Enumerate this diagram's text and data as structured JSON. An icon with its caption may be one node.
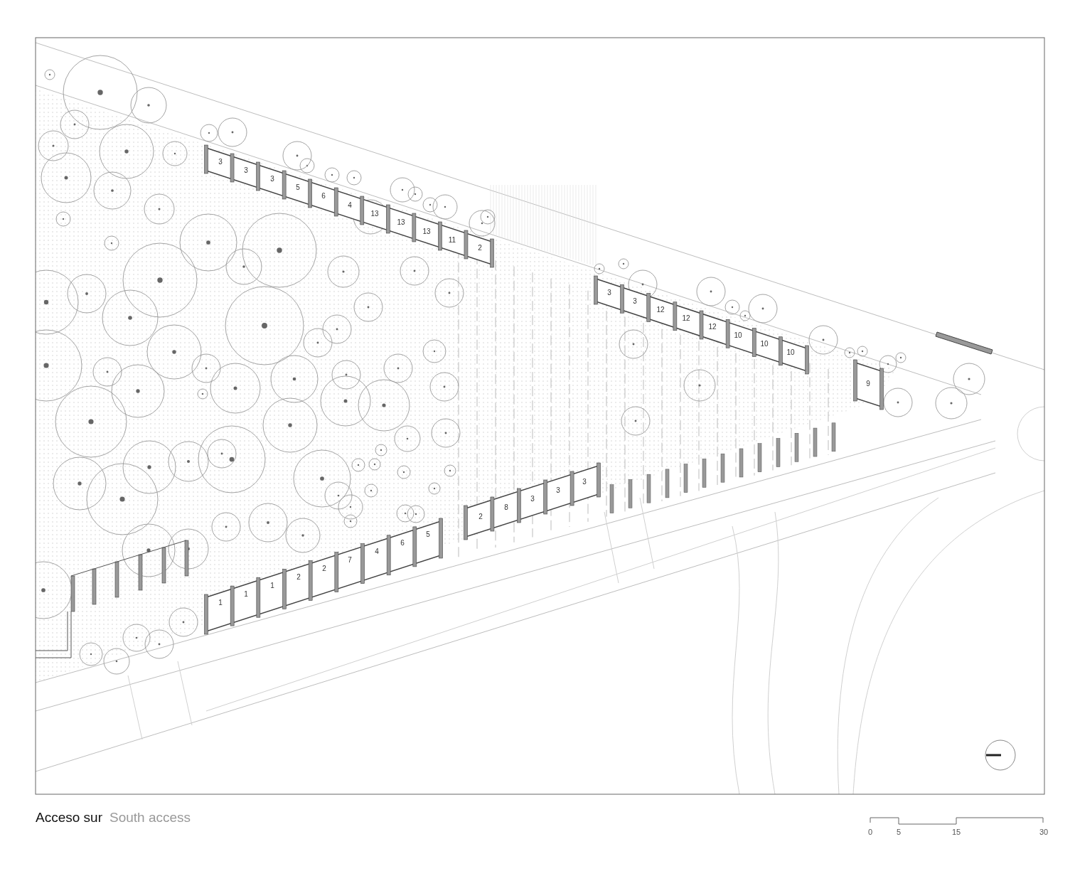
{
  "diagram": {
    "title": "Acceso sur",
    "caption": "South access",
    "labels": [
      "3",
      "3",
      "3",
      "5",
      "6",
      "4",
      "13",
      "13",
      "13",
      "11",
      "2",
      "3",
      "3",
      "12",
      "12",
      "12",
      "10",
      "10",
      "10",
      "9",
      "2",
      "8",
      "3",
      "3",
      "3",
      "1",
      "1",
      "1",
      "2",
      "2",
      "7",
      "4",
      "6",
      "5",
      "0",
      "5",
      "15",
      "30"
    ]
  }
}
